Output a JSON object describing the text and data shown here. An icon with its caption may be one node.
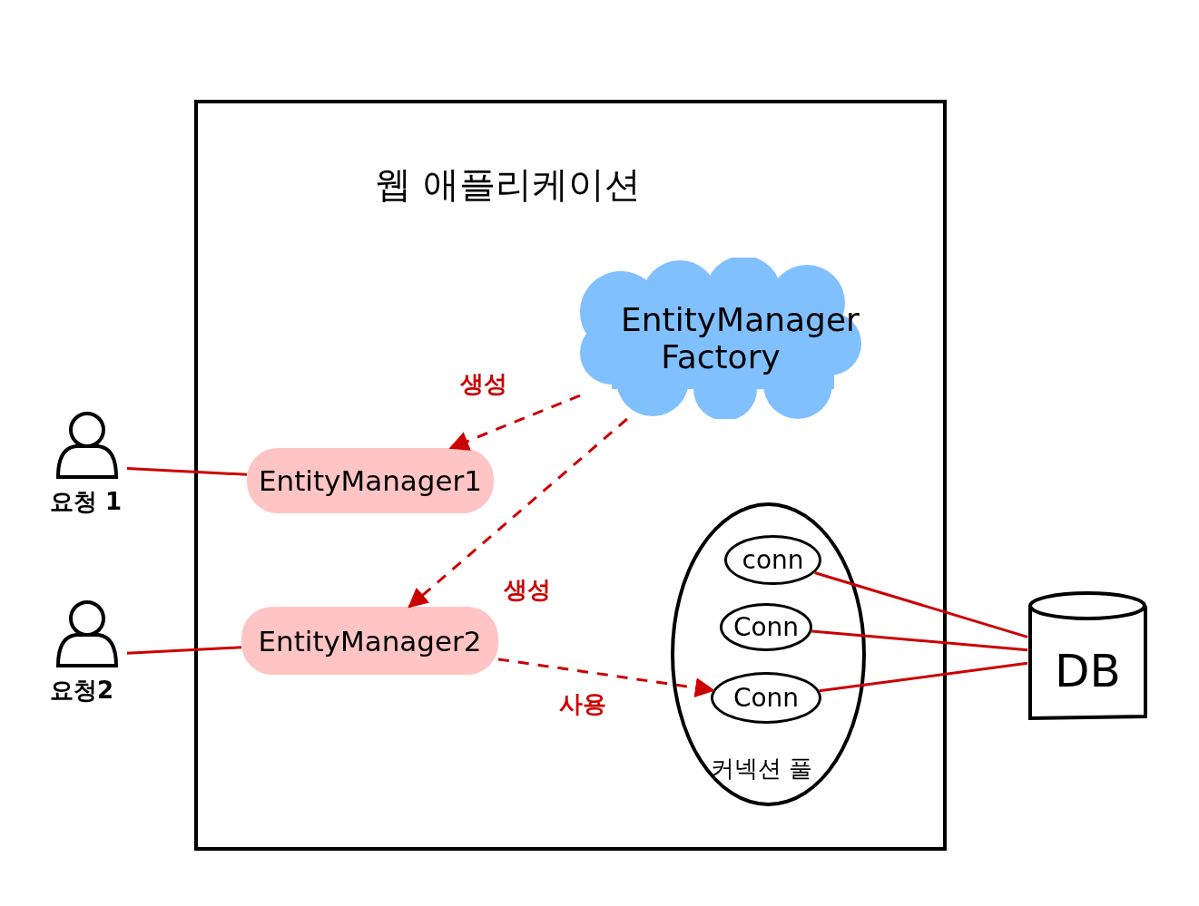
{
  "diagram": {
    "nodes": [
      {
        "text": [
          "웹 애플리케이션"
        ]
      },
      {
        "text": [
          "EntityManager Factory"
        ],
        "in": 0
      },
      {
        "text": [
          "EntityManager1"
        ],
        "in": 0
      },
      {
        "text": [],
        "shape": "person",
        "beside": [
          "요청 1"
        ]
      },
      {
        "text": [
          "EntityManager2"
        ],
        "in": 0
      },
      {
        "text": [],
        "shape": "person",
        "beside": [
          "요청2"
        ]
      },
      {
        "text": [
          "커넥션 풀"
        ],
        "in": 0
      },
      {
        "text": [
          "conn"
        ],
        "in": 6
      },
      {
        "text": [
          "Conn"
        ],
        "in": 6
      },
      {
        "text": [
          "Conn"
        ],
        "in": 6
      },
      {
        "text": [
          "DB"
        ]
      }
    ],
    "edges": [
      {
        "from": 3,
        "to": 2,
        "arrow": "none"
      },
      {
        "from": 5,
        "to": 4,
        "arrow": "none"
      },
      {
        "from": 1,
        "to": 2,
        "arrow": "to",
        "label": "생성",
        "style": "dashed"
      },
      {
        "from": 1,
        "to": 4,
        "arrow": "to",
        "label": "생성",
        "style": "dashed"
      },
      {
        "from": 4,
        "to": 9,
        "arrow": "to",
        "label": "사용",
        "style": "dashed"
      },
      {
        "from": 7,
        "to": 10,
        "arrow": "none"
      },
      {
        "from": 8,
        "to": 10,
        "arrow": "none"
      },
      {
        "from": 9,
        "to": 10,
        "arrow": "none"
      }
    ]
  }
}
